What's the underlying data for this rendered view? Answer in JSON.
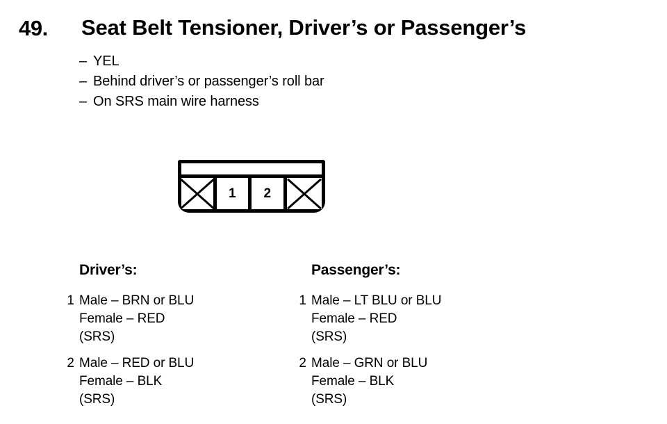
{
  "header": {
    "item_number": "49.",
    "title": "Seat Belt Tensioner, Driver’s or Passenger’s"
  },
  "spec_list": {
    "dash": "–",
    "items": [
      "YEL",
      "Behind driver’s or passenger’s roll bar",
      "On SRS main wire harness"
    ]
  },
  "connector": {
    "name": "connector-pinout-diagram",
    "cells": [
      {
        "type": "blank",
        "label": ""
      },
      {
        "type": "pin",
        "label": "1"
      },
      {
        "type": "pin",
        "label": "2"
      },
      {
        "type": "blank",
        "label": ""
      }
    ]
  },
  "columns": [
    {
      "heading": "Driver’s:",
      "pins": [
        {
          "number": "1",
          "lines": [
            "Male – BRN or BLU",
            "Female – RED",
            "(SRS)"
          ]
        },
        {
          "number": "2",
          "lines": [
            "Male – RED or BLU",
            "Female – BLK",
            "(SRS)"
          ]
        }
      ]
    },
    {
      "heading": "Passenger’s:",
      "pins": [
        {
          "number": "1",
          "lines": [
            "Male – LT BLU or BLU",
            "Female – RED",
            "(SRS)"
          ]
        },
        {
          "number": "2",
          "lines": [
            "Male – GRN or BLU",
            "Female – BLK",
            "(SRS)"
          ]
        }
      ]
    }
  ],
  "colors": {
    "background": "#ffffff",
    "ink": "#000000"
  }
}
